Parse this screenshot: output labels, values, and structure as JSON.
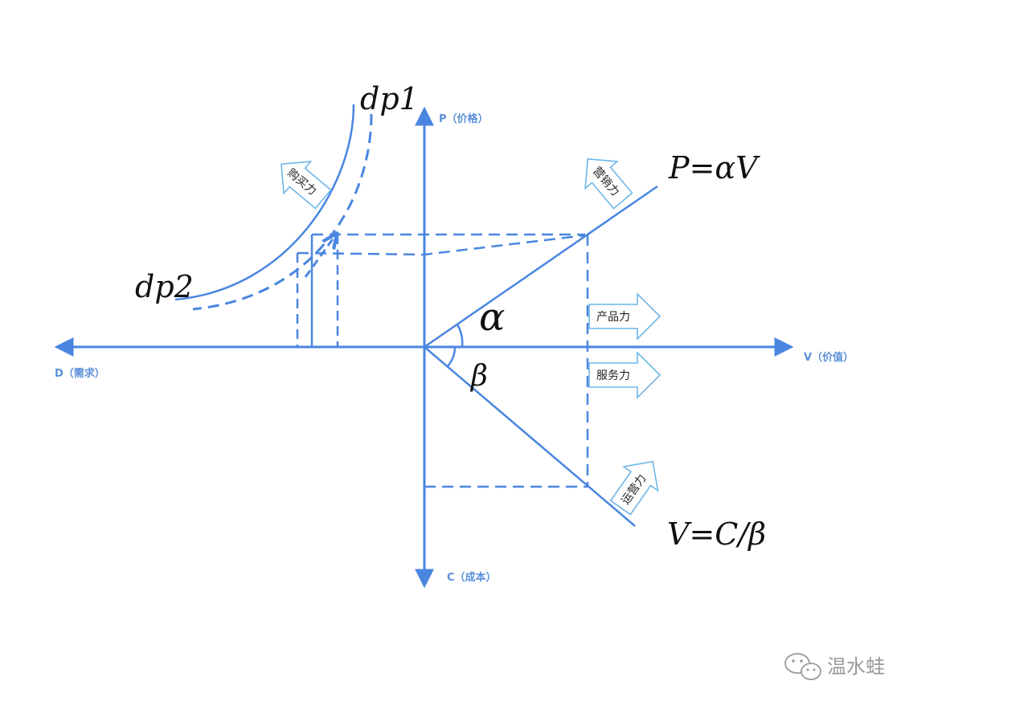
{
  "axes": {
    "price": "P（价格）",
    "value": "V（价值）",
    "demand": "D（需求）",
    "cost": "C（成本）"
  },
  "curves": {
    "dp1": "dp1",
    "dp2": "dp2"
  },
  "equations": {
    "price": "P=αV",
    "value": "V=C/β"
  },
  "angles": {
    "alpha": "α",
    "beta": "β"
  },
  "forces": {
    "buying": "购买力",
    "marketing": "营销力",
    "product": "产品力",
    "service": "服务力",
    "operation": "运营力"
  },
  "watermark": {
    "text": "温水蛙",
    "icon": "wechat-icon"
  },
  "colors": {
    "line": "#4a86e0",
    "arrow_stroke": "#6fb6e8",
    "label": "#5b8fd8"
  }
}
